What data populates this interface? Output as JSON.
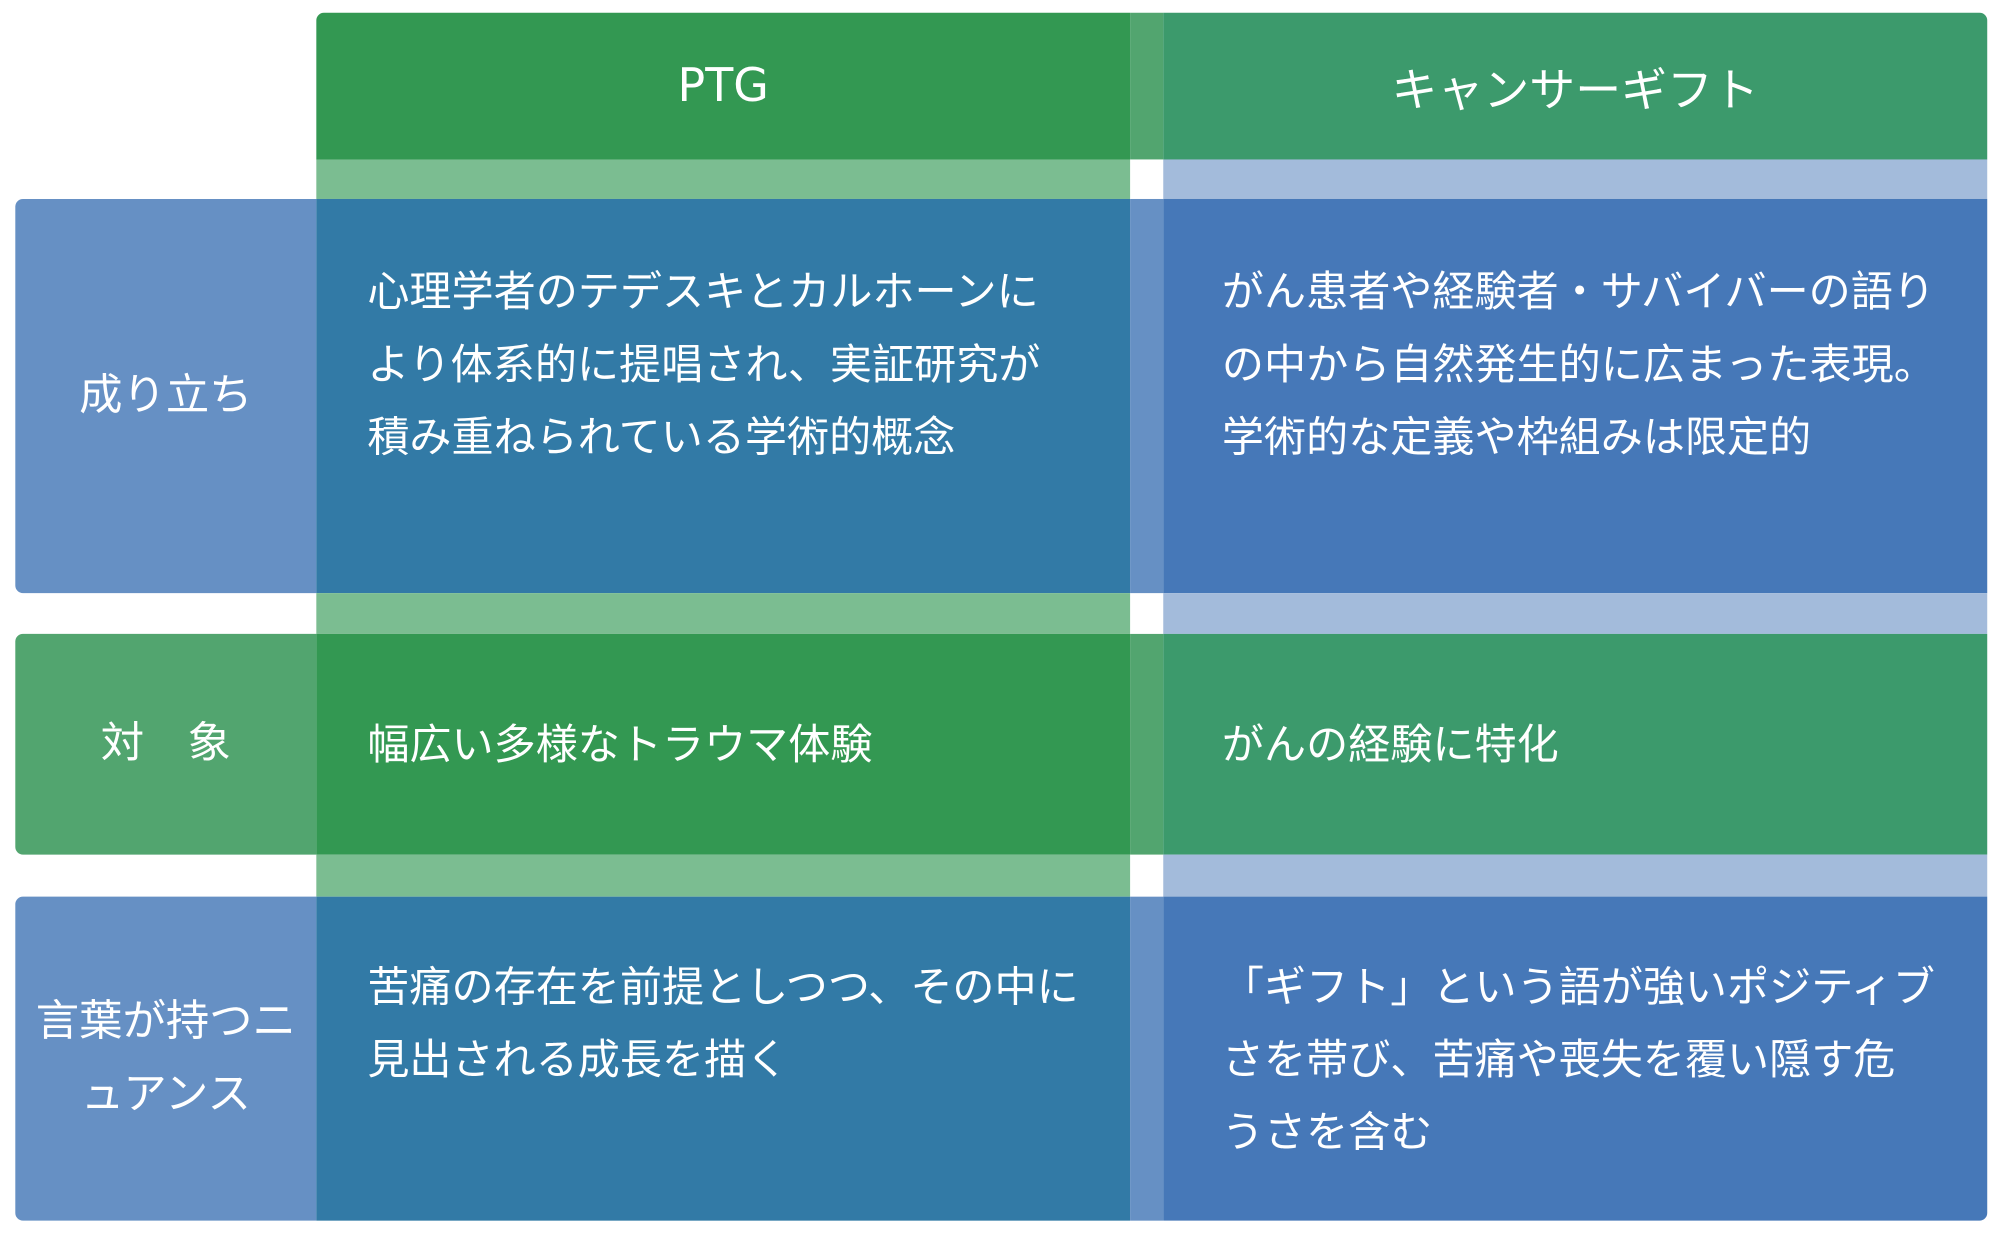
{
  "columns": {
    "ptg": "PTG",
    "gift": "キャンサーギフト"
  },
  "rows": [
    {
      "label": "成り立ち",
      "ptg": "心理学者のテデスキとカルホーンにより体系的に提唱され、実証研究が積み重ねられている学術的概念",
      "gift": "がん患者や経験者・サバイバーの語りの中から自然発生的に広まった表現。学術的な定義や枠組みは限定的"
    },
    {
      "label": "対　象",
      "ptg": "幅広い多様なトラウマ体験",
      "gift": "がんの経験に特化"
    },
    {
      "label": "言葉が持つニュアンス",
      "ptg": "苦痛の存在を前提としつつ、その中に見出される成長を描く",
      "gift": "「ギフト」という語が強いポジティブさを帯び、苦痛や喪失を覆い隠す危うさを含む"
    }
  ]
}
